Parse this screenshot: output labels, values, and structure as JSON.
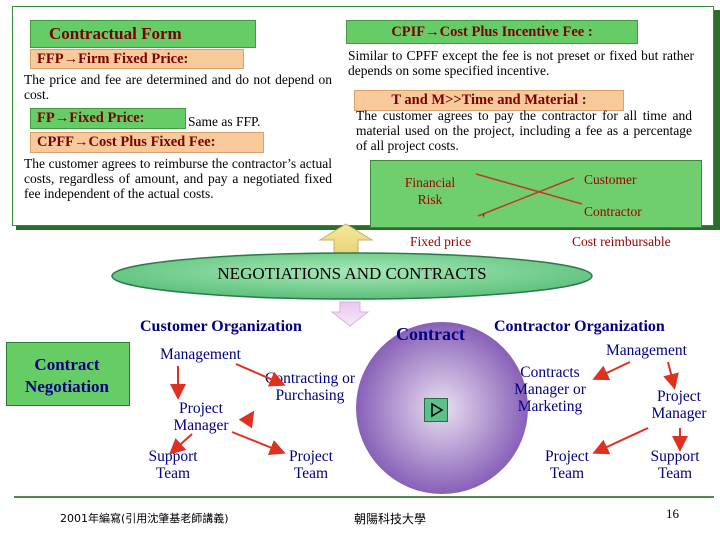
{
  "contractual_form": {
    "title": "Contractual Form",
    "ffp_label": "FFP→Firm Fixed Price:",
    "ffp_desc": "The price and fee are determined and do not depend on cost.",
    "fp_label": "FP→Fixed Price:",
    "fp_desc": "Same as FFP.",
    "cpff_label": "CPFF→Cost Plus Fixed Fee:",
    "cpff_desc": "The customer agrees to reimburse the contractor’s actual costs, regardless of amount, and pay a negotiated fixed fee independent of the actual costs."
  },
  "right_panel": {
    "cpif_label": "CPIF→Cost Plus Incentive Fee :",
    "cpif_desc": "Similar to CPFF except the fee is not preset or fixed but rather depends on some specified incentive.",
    "tm_label": "T and M>>Time and Material :",
    "tm_desc": "The customer agrees to pay the contractor for all time and material used on the project, including a fee as a percentage of all project costs."
  },
  "risk_chart": {
    "financial_risk": "Financial\nRisk",
    "customer": "Customer",
    "contractor": "Contractor",
    "fixed_price": "Fixed price",
    "cost_reimbursable": "Cost reimbursable",
    "tick": ","
  },
  "banner": "NEGOTIATIONS AND CONTRACTS",
  "diagram": {
    "contract_negotiation": "Contract\nNegotiation",
    "customer_org": "Customer Organization",
    "contract": "Contract",
    "contractor_org": "Contractor Organization",
    "left_management": "Management",
    "contracting": "Contracting or\nPurchasing",
    "left_pm": "Project\nManager",
    "left_support": "Support\nTeam",
    "left_project_team": "Project\nTeam",
    "right_management": "Management",
    "contracts_manager": "Contracts\nManager or\nMarketing",
    "right_pm": "Project\nManager",
    "right_project_team": "Project\nTeam",
    "right_support": "Support\nTeam"
  },
  "footer": {
    "left": "2001年編寫(引用沈肇基老師講義)",
    "center": "朝陽科技大學",
    "page": "16"
  },
  "colors": {
    "green_panel": "#66cc66",
    "peach": "#f8c99a",
    "navy": "#000080",
    "maroon": "#990000",
    "ellipse": "#66cc88"
  }
}
